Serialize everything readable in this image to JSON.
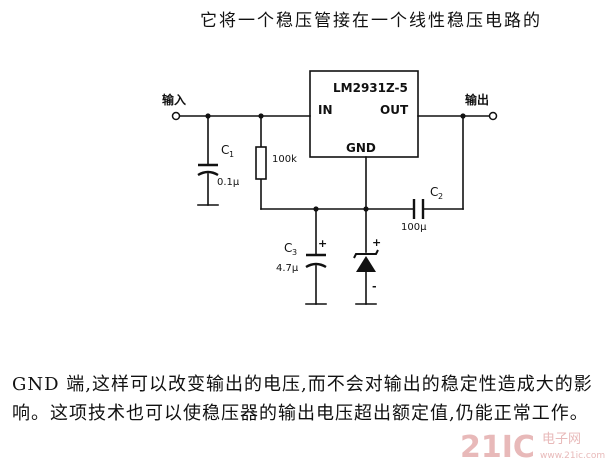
{
  "header": {
    "title": "它将一个稳压管接在一个线性稳压电路的"
  },
  "circuit": {
    "ic_part": "LM2931Z-5",
    "pin_in": "IN",
    "pin_out": "OUT",
    "pin_gnd": "GND",
    "input_label": "输入",
    "output_label": "输出",
    "c1_name": "C",
    "c1_sub": "1",
    "c1_value": "0.1μ",
    "r1_value": "100k",
    "c2_name": "C",
    "c2_sub": "2",
    "c2_value": "100μ",
    "c3_name": "C",
    "c3_sub": "3",
    "c3_value": "4.7μ",
    "plus": "+",
    "minus": "-"
  },
  "body": {
    "text": "GND 端,这样可以改变输出的电压,而不会对输出的稳定性造成大的影响。这项技术也可以使稳压器的输出电压超出额定值,仍能正常工作。"
  },
  "watermark": {
    "brand": "21IC",
    "cn": "电子网",
    "url": "www.21ic.com"
  },
  "colors": {
    "ink": "#111111",
    "watermark": "#e8b9b9"
  }
}
